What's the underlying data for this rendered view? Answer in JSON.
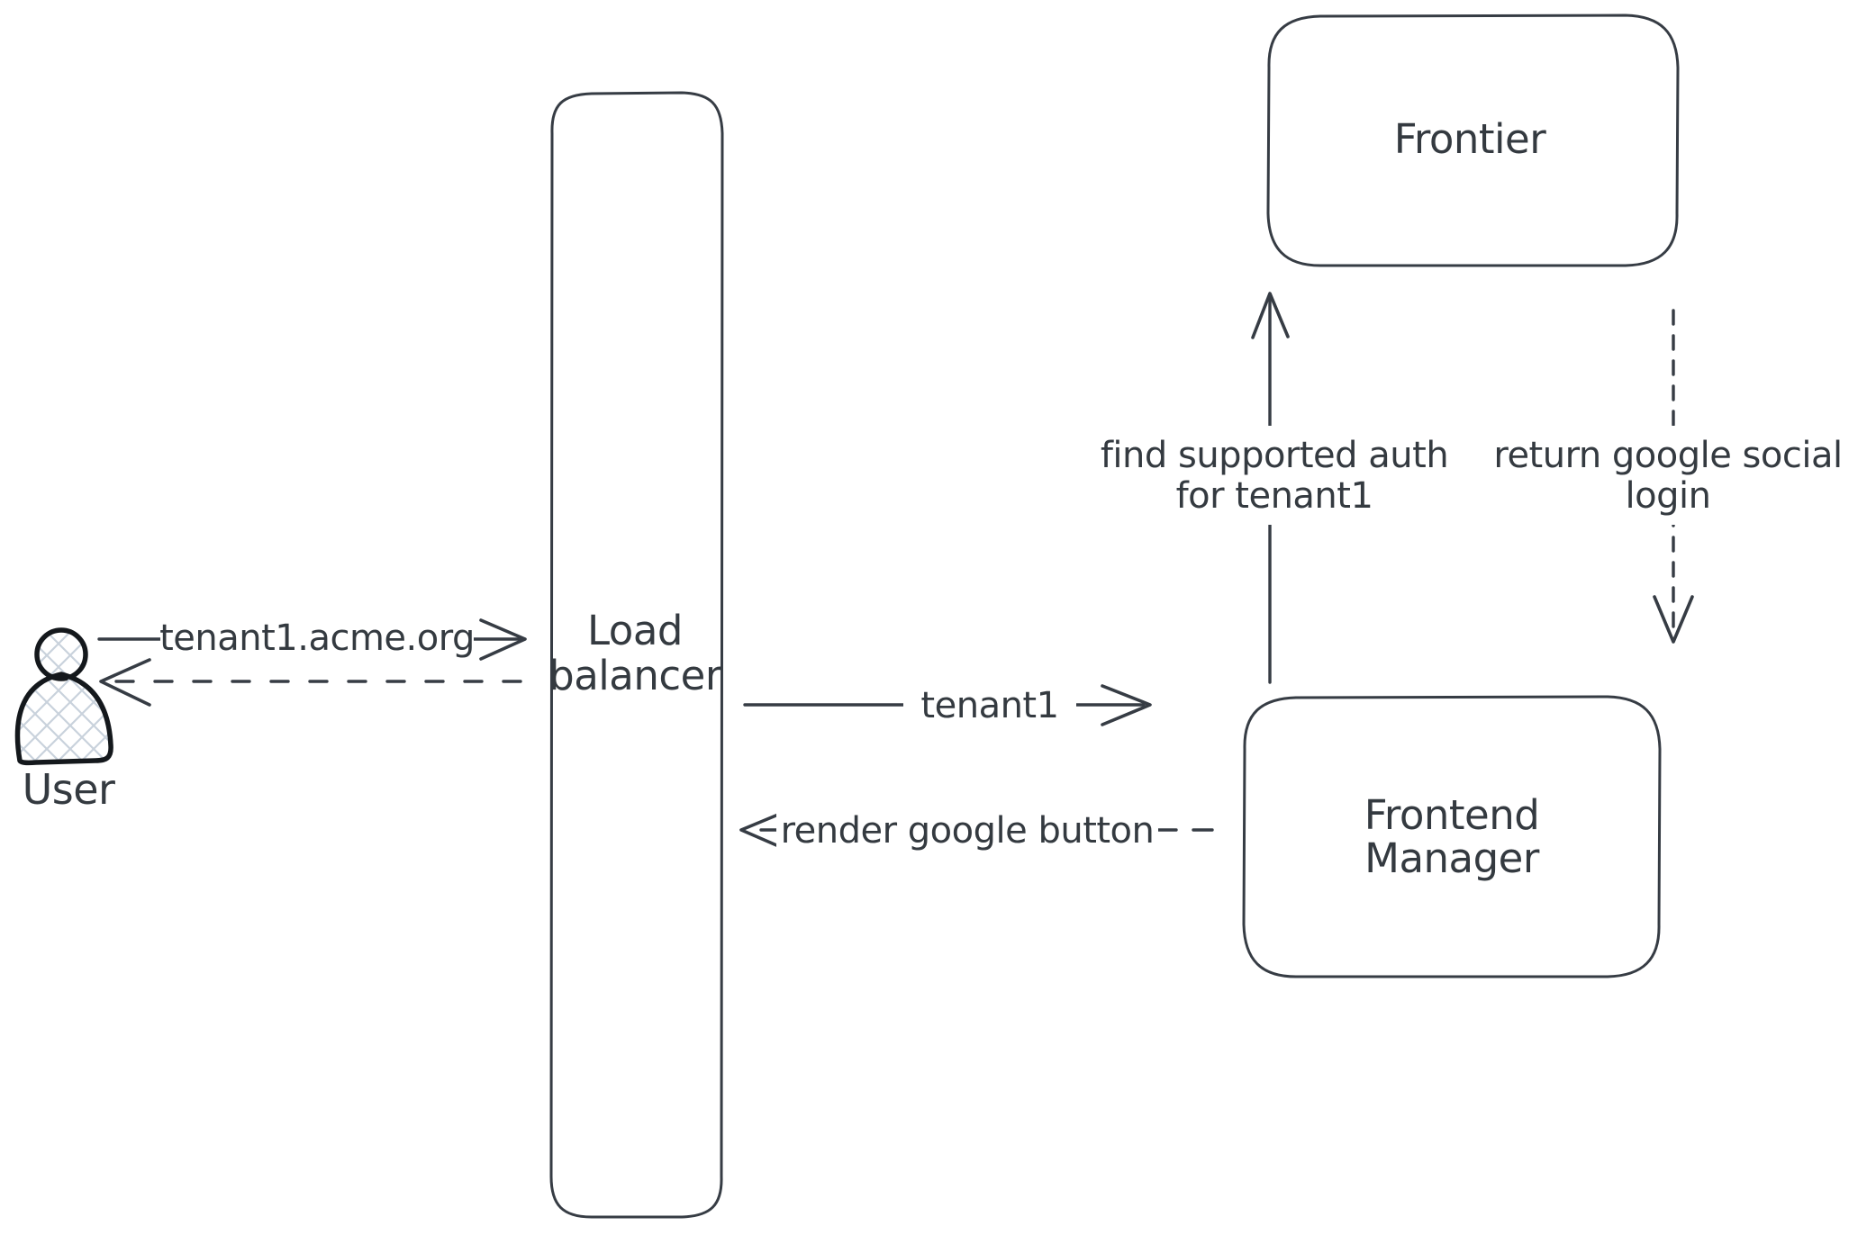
{
  "page": {
    "background_color": "#ffffff",
    "stroke_color": "#363c44",
    "text_color": "#343a40",
    "hatch_fill_color": "#c9d2dc"
  },
  "diagram": {
    "user": {
      "label": "User"
    },
    "nodes": {
      "load_balancer": {
        "label_line1": "Load",
        "label_line2": "balancer"
      },
      "frontier": {
        "label": "Frontier"
      },
      "frontend_manager": {
        "label_line1": "Frontend",
        "label_line2": "Manager"
      }
    },
    "edges": {
      "user_to_load_balancer": {
        "label": "tenant1.acme.org",
        "line_style": "solid"
      },
      "load_balancer_to_user": {
        "label": "",
        "line_style": "dashed"
      },
      "load_balancer_to_frontend_manager": {
        "label": "tenant1",
        "line_style": "solid"
      },
      "frontend_manager_to_load_balancer": {
        "label": "render google button",
        "line_style": "dashed"
      },
      "frontend_manager_to_frontier": {
        "label_line1": "find supported auth",
        "label_line2": "for tenant1",
        "line_style": "solid"
      },
      "frontier_to_frontend_manager": {
        "label_line1": "return google social",
        "label_line2": "login",
        "line_style": "dashed"
      }
    }
  }
}
